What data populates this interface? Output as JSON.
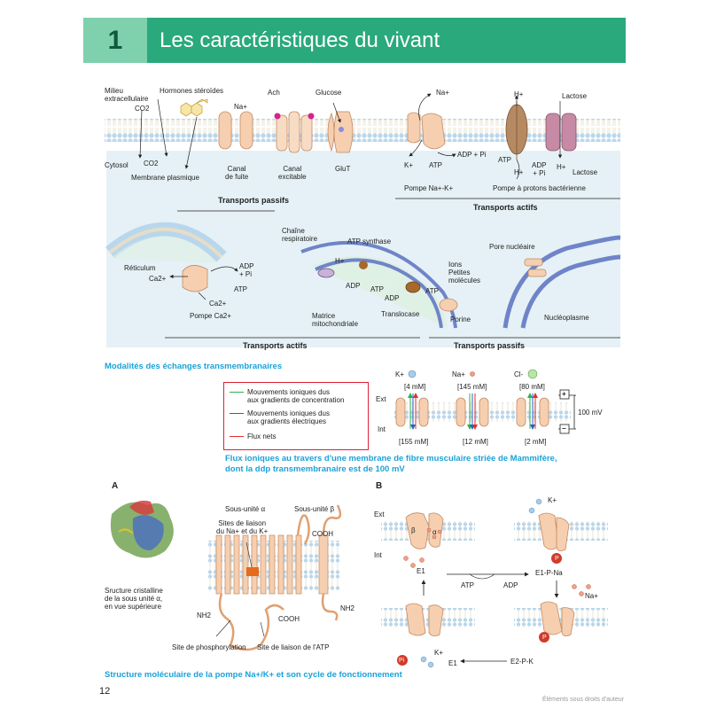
{
  "header": {
    "number": "1",
    "title": "Les caractéristiques du vivant"
  },
  "membrane_top": {
    "milieu": "Milieu\nextracellulaire",
    "co2_out": "CO2",
    "hormones": "Hormones stéroïdes",
    "ach": "Ach",
    "glucose": "Glucose",
    "na_top": "Na+",
    "cytosol": "Cytosol",
    "co2_in": "CO2",
    "membrane_plasmique": "Membrane plasmique",
    "canal_fuite": "Canal\nde fuite",
    "canal_excitable": "Canal\nexcitable",
    "glut": "GluT",
    "na_pump": "Na+",
    "k_pump": "K+",
    "atp1": "ATP",
    "adp_pi1": "ADP + Pi",
    "pompe_nak": "Pompe Na+-K+",
    "h_plus": "H+",
    "lactose1": "Lactose",
    "atp2": "ATP",
    "adp_pi2": "ADP\n+ Pi",
    "h_plus2": "H+",
    "h_plus3": "H+",
    "lactose2": "Lactose",
    "pompe_protons": "Pompe à protons bactérienne",
    "transports_passifs": "Transports passifs",
    "transports_actifs": "Transports actifs"
  },
  "membrane_mid": {
    "reticulum": "Réticulum",
    "ca1": "Ca2+",
    "adp_pi": "ADP\n+ Pi",
    "atp": "ATP",
    "ca2": "Ca2+",
    "pompe_ca": "Pompe Ca2+",
    "chaine": "Chaîne\nrespiratoire",
    "h": "H+",
    "atp_synthase": "ATP  synthase",
    "adp1": "ADP",
    "atp3": "ATP",
    "adp2": "ADP",
    "atp4": "ATP",
    "matrice": "Matrice\nmitochondriale",
    "translocase": "Translocase",
    "ions": "Ions\nPetites\nmolécules",
    "porine": "Porine",
    "pore": "Pore nucléaire",
    "nucleoplasme": "Nucléoplasme",
    "transports_actifs": "Transports actifs",
    "transports_passifs": "Transports passifs"
  },
  "modalites": "Modalités des échanges transmembranaires",
  "legend": {
    "items": [
      {
        "label": "Mouvements ioniques dus\naux gradients de concentration",
        "color": "#2bb24c"
      },
      {
        "label": "Mouvements ioniques dus\naux gradients électriques",
        "color": "#2a5fc4"
      },
      {
        "label": "Flux nets",
        "color": "#e0302e"
      }
    ]
  },
  "ions": {
    "k": "K+",
    "na": "Na+",
    "cl": "Cl-",
    "k_out": "[4 mM]",
    "na_out": "[145 mM]",
    "cl_out": "[80 mM]",
    "k_in": "[155 mM]",
    "na_in": "[12 mM]",
    "cl_in": "[2 mM]",
    "ext": "Ext",
    "int": "Int",
    "voltage": "100 mV",
    "plus": "+",
    "minus": "−"
  },
  "flux_caption": "Flux ioniques au travers d'une membrane de fibre musculaire striée de Mammifère,\ndont la ddp transmembranaire est de 100 mV",
  "panel_a": {
    "letter": "A",
    "sous_alpha": "Sous-unité α",
    "sous_beta": "Sous-unité β",
    "sites": "Sites de liaison\ndu Na+ et du K+",
    "cooh1": "COOH",
    "cooh2": "COOH",
    "nh2_1": "NH2",
    "nh2_2": "NH2",
    "structure": "Sructure cristalline\nde la sous unité α,\nen vue supérieure",
    "phospho": "Site de phosphorylation",
    "atp_site": "Site de liaison de l'ATP"
  },
  "panel_b": {
    "letter": "B",
    "ext": "Ext",
    "int": "Int",
    "k_top": "K+",
    "beta": "β",
    "alpha": "α",
    "e1": "E1",
    "e1pna": "E1-P-Na",
    "atp": "ATP",
    "adp": "ADP",
    "na": "Na+",
    "k_bot": "K+",
    "e1b": "E1",
    "e2pk": "E2-P-K",
    "pi": "Pi",
    "p1": "P",
    "p2": "P"
  },
  "bottom_caption": "Structure moléculaire de la pompe Na+/K+ et son cycle de fonctionnement",
  "page_number": "12",
  "footer": "Éléments sous droits d'auteur"
}
